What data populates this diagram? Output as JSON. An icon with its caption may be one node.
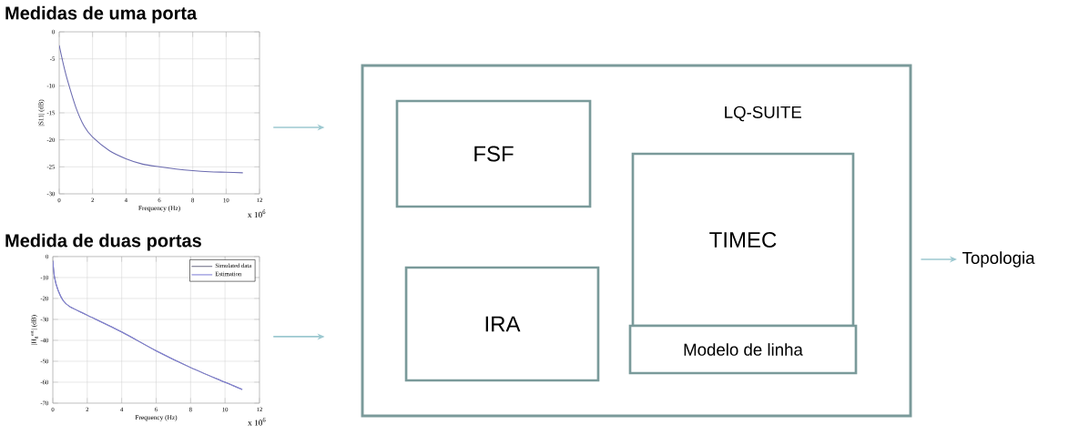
{
  "diagram": {
    "nodes": [
      {
        "text": [
          "Medidas de uma porta"
        ]
      },
      {
        "text": [
          "Medida de duas portas"
        ]
      },
      {
        "text": [
          "LQ-SUITE"
        ]
      },
      {
        "text": [
          "FSF"
        ],
        "in": 2
      },
      {
        "text": [
          "TIMEC"
        ],
        "in": 2
      },
      {
        "text": [
          "IRA"
        ],
        "in": 2
      },
      {
        "text": [
          "Modelo de linha"
        ],
        "in": 2
      },
      {
        "text": [
          "Topologia"
        ]
      }
    ],
    "edges": [
      {
        "from": 0,
        "to": 2,
        "arrow": "to"
      },
      {
        "from": 1,
        "to": 2,
        "arrow": "to"
      },
      {
        "from": 2,
        "to": 7,
        "arrow": "to"
      }
    ],
    "chart_data": [
      {
        "type": "line",
        "xlabel": "Frequency (Hz)",
        "ylabel": "|S11| (dB)",
        "grid": true,
        "xlim": [
          0,
          12
        ],
        "ylim": [
          -30,
          0
        ],
        "xticks": [
          0,
          2,
          4,
          6,
          8,
          10,
          12
        ],
        "yticks": [
          -30,
          -25,
          -20,
          -15,
          -10,
          -5,
          0
        ],
        "annotations": [
          "x 10$^{6}$"
        ],
        "x": [
          0,
          0.25,
          0.5,
          1,
          1.5,
          2,
          3,
          4,
          5,
          6,
          7,
          8,
          9,
          10,
          11
        ],
        "series": [
          {
            "color": "#6b6bb0",
            "values": [
              -2.5,
              -6,
              -9,
              -14,
              -17.5,
              -19.5,
              -22,
              -23.5,
              -24.5,
              -25,
              -25.4,
              -25.7,
              -25.9,
              -26,
              -26.1
            ]
          }
        ]
      },
      {
        "type": "line",
        "xlabel": "Frequency (Hz)",
        "ylabel": "|H$_{g}$$^{est}$| (dB)",
        "grid": true,
        "legend": true,
        "xlim": [
          0,
          12
        ],
        "ylim": [
          -70,
          0
        ],
        "xticks": [
          0,
          2,
          4,
          6,
          8,
          10,
          12
        ],
        "yticks": [
          -70,
          -60,
          -50,
          -40,
          -30,
          -20,
          -10,
          0
        ],
        "annotations": [
          "x 10$^{6}$"
        ],
        "x": [
          0,
          0.1,
          0.3,
          0.6,
          1,
          2,
          4,
          6,
          8,
          10,
          11
        ],
        "series": [
          {
            "name": "Simulated data",
            "color": "#707088",
            "values": [
              -2,
              -10,
              -16,
              -21,
              -24,
              -28,
              -36,
              -45,
              -53,
              -60,
              -63.5
            ]
          },
          {
            "name": "Estimation",
            "color": "#8080d8",
            "values": [
              -2,
              -10,
              -16,
              -21,
              -24,
              -28,
              -36,
              -45,
              -53,
              -60,
              -63.5
            ]
          }
        ]
      }
    ]
  }
}
